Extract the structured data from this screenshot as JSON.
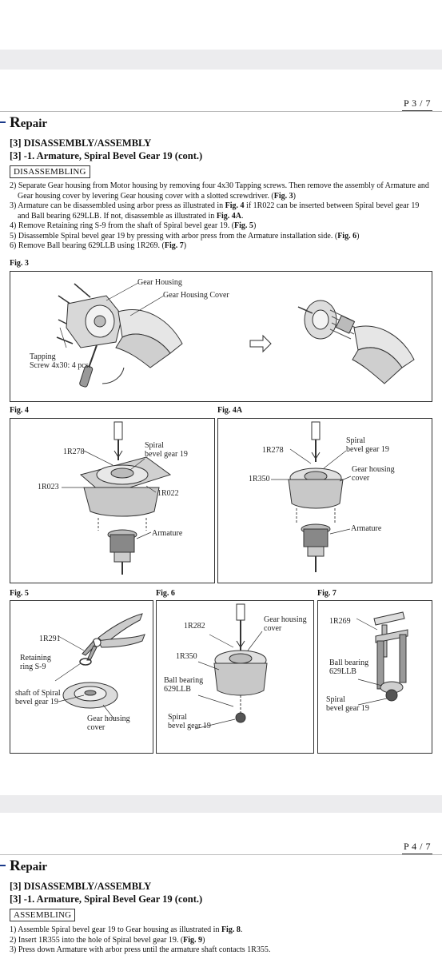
{
  "page1": {
    "page_number": "P 3 / 7",
    "repair_first": "R",
    "repair_rest": "epair",
    "section": "[3] DISASSEMBLY/ASSEMBLY",
    "subsection": "[3] -1. Armature, Spiral Bevel Gear 19 (cont.)",
    "tag": "DISASSEMBLING",
    "steps": [
      {
        "pre": "2) Separate Gear housing from Motor housing by removing four 4x30 Tapping screws. Then remove the assembly of Armature and Gear housing cover by levering Gear housing cover with a slotted screwdriver. (",
        "ref": "Fig. 3",
        "post": ")"
      },
      {
        "pre": "3) Armature can be disassembled using arbor press as illustrated in ",
        "ref": "Fig. 4",
        "post": " if 1R022 can be inserted between Spiral bevel gear 19 and Ball bearing 629LLB.  If not, disassemble as illustrated in ",
        "ref2": "Fig. 4A",
        "post2": "."
      },
      {
        "pre": "4) Remove Retaining ring S-9 from the shaft of Spiral bevel gear 19. (",
        "ref": "Fig. 5",
        "post": ")"
      },
      {
        "pre": "5) Disassemble Spiral bevel gear 19 by pressing with arbor press from the Armature installation side. (",
        "ref": "Fig. 6",
        "post": ")"
      },
      {
        "pre": "6) Remove Ball bearing 629LLB using 1R269. (",
        "ref": "Fig. 7",
        "post": ")"
      }
    ],
    "fig3": {
      "title": "Fig. 3",
      "gear_housing": "Gear Housing",
      "gear_housing_cover": "Gear Housing Cover",
      "tapping_1": "Tapping",
      "tapping_2": "Screw 4x30: 4 pcs."
    },
    "fig4": {
      "title": "Fig. 4",
      "r278": "1R278",
      "spiral_1": "Spiral",
      "spiral_2": "bevel gear 19",
      "r023": "1R023",
      "r022": "1R022",
      "armature": "Armature"
    },
    "fig4a": {
      "title": "Fig. 4A",
      "r278": "1R278",
      "spiral_1": "Spiral",
      "spiral_2": "bevel gear 19",
      "ghc_1": "Gear housing",
      "ghc_2": "cover",
      "r350": "1R350",
      "armature": "Armature"
    },
    "fig5": {
      "title": "Fig. 5",
      "r291": "1R291",
      "ring_1": "Retaining",
      "ring_2": "ring S-9",
      "shaft_1": "shaft of Spiral",
      "shaft_2": "bevel gear 19",
      "ghc_1": "Gear housing",
      "ghc_2": "cover"
    },
    "fig6": {
      "title": "Fig. 6",
      "r282": "1R282",
      "ghc_1": "Gear housing",
      "ghc_2": "cover",
      "r350": "1R350",
      "bb_1": "Ball bearing",
      "bb_2": "629LLB",
      "spiral_1": "Spiral",
      "spiral_2": "bevel gear 19"
    },
    "fig7": {
      "title": "Fig. 7",
      "r269": "1R269",
      "bb_1": "Ball bearing",
      "bb_2": "629LLB",
      "spiral_1": "Spiral",
      "spiral_2": "bevel gear 19"
    }
  },
  "page2": {
    "page_number": "P 4 / 7",
    "repair_first": "R",
    "repair_rest": "epair",
    "section": "[3] DISASSEMBLY/ASSEMBLY",
    "subsection": "[3] -1. Armature, Spiral Bevel Gear 19 (cont.)",
    "tag": "ASSEMBLING",
    "steps": [
      {
        "pre": "1) Assemble Spiral bevel gear 19 to Gear housing as illustrated in ",
        "ref": "Fig. 8",
        "post": "."
      },
      {
        "pre": "2) Insert 1R355 into the hole of Spiral bevel gear 19. (",
        "ref": "Fig. 9",
        "post": ")"
      },
      {
        "pre": "3) Press down Armature with arbor press until the armature shaft contacts 1R355.",
        "ref": "",
        "post": ""
      }
    ]
  }
}
